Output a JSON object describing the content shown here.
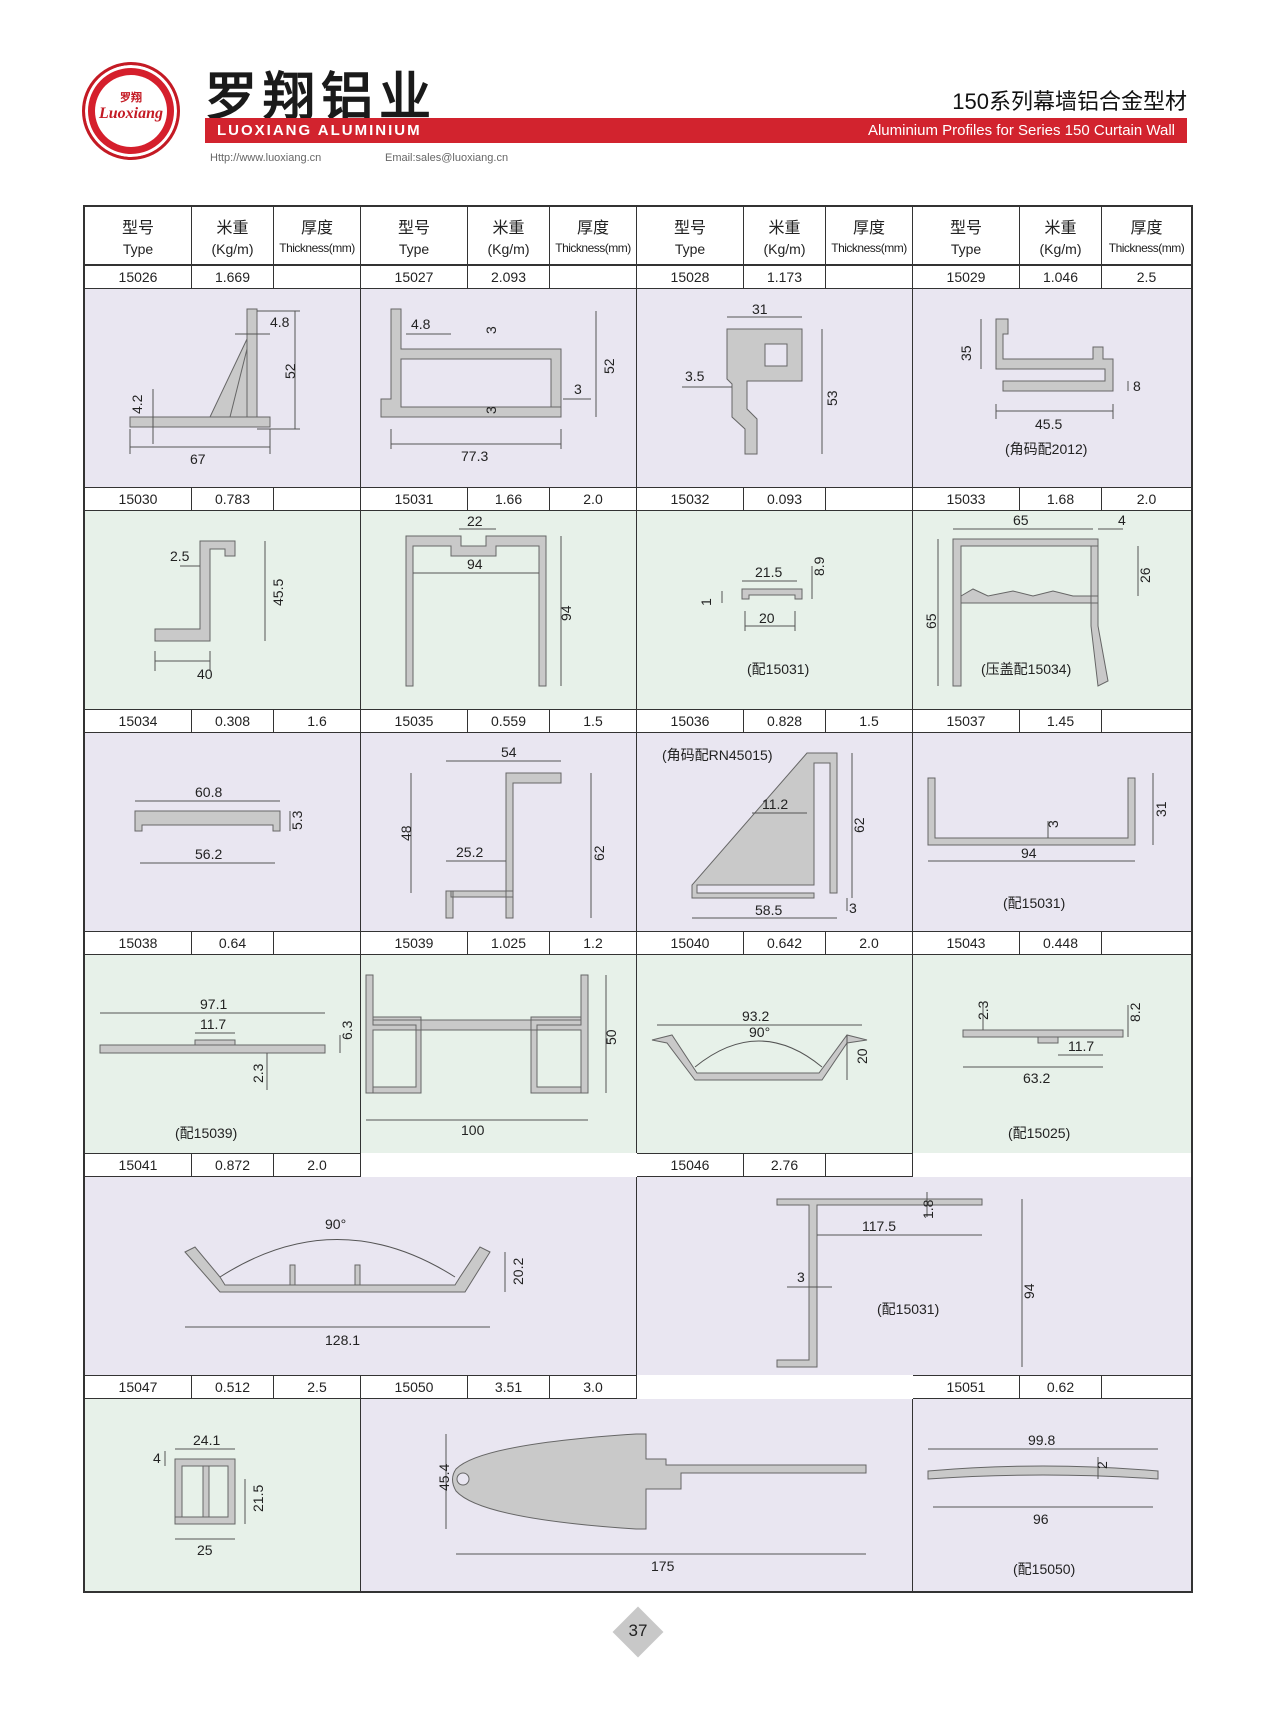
{
  "header": {
    "logo_cn": "罗翔",
    "logo_en": "Luoxiang",
    "brand_cn": "罗翔铝业",
    "brand_en": "LUOXIANG ALUMINIUM",
    "title_cn": "150系列幕墙铝合金型材",
    "title_en": "Aluminium Profiles for Series 150 Curtain Wall",
    "url": "Http://www.luoxiang.cn",
    "email": "Email:sales@luoxiang.cn"
  },
  "columns": {
    "type_cn": "型号",
    "type_en": "Type",
    "weight_cn": "米重",
    "weight_en": "(Kg/m)",
    "thick_cn": "厚度",
    "thick_en": "Thickness(mm)"
  },
  "rows": [
    [
      {
        "type": "15026",
        "weight": "1.669",
        "thick": "",
        "dims": [
          "4.8",
          "52",
          "4.2",
          "67"
        ],
        "note": ""
      },
      {
        "type": "15027",
        "weight": "2.093",
        "thick": "",
        "dims": [
          "4.8",
          "3",
          "52",
          "3",
          "3",
          "77.3"
        ],
        "note": ""
      },
      {
        "type": "15028",
        "weight": "1.173",
        "thick": "",
        "dims": [
          "31",
          "3.5",
          "53"
        ],
        "note": ""
      },
      {
        "type": "15029",
        "weight": "1.046",
        "thick": "2.5",
        "dims": [
          "35",
          "8",
          "45.5"
        ],
        "note": "(角码配2012)"
      }
    ],
    [
      {
        "type": "15030",
        "weight": "0.783",
        "thick": "",
        "dims": [
          "2.5",
          "45.5",
          "40"
        ],
        "note": ""
      },
      {
        "type": "15031",
        "weight": "1.66",
        "thick": "2.0",
        "dims": [
          "22",
          "94",
          "94"
        ],
        "note": ""
      },
      {
        "type": "15032",
        "weight": "0.093",
        "thick": "",
        "dims": [
          "21.5",
          "8.9",
          "1",
          "20"
        ],
        "note": "(配15031)"
      },
      {
        "type": "15033",
        "weight": "1.68",
        "thick": "2.0",
        "dims": [
          "65",
          "4",
          "26",
          "65"
        ],
        "note": "(压盖配15034)"
      }
    ],
    [
      {
        "type": "15034",
        "weight": "0.308",
        "thick": "1.6",
        "dims": [
          "60.8",
          "5.3",
          "56.2"
        ],
        "note": ""
      },
      {
        "type": "15035",
        "weight": "0.559",
        "thick": "1.5",
        "dims": [
          "54",
          "48",
          "25.2",
          "62"
        ],
        "note": ""
      },
      {
        "type": "15036",
        "weight": "0.828",
        "thick": "1.5",
        "dims": [
          "11.2",
          "62",
          "58.5",
          "3"
        ],
        "note": "(角码配RN45015)"
      },
      {
        "type": "15037",
        "weight": "1.45",
        "thick": "",
        "dims": [
          "3",
          "31",
          "94"
        ],
        "note": "(配15031)"
      }
    ],
    [
      {
        "type": "15038",
        "weight": "0.64",
        "thick": "",
        "dims": [
          "97.1",
          "11.7",
          "6.3",
          "2.3"
        ],
        "note": "(配15039)"
      },
      {
        "type": "15039",
        "weight": "1.025",
        "thick": "1.2",
        "dims": [
          "50",
          "100"
        ],
        "note": ""
      },
      {
        "type": "15040",
        "weight": "0.642",
        "thick": "2.0",
        "dims": [
          "93.2",
          "90°",
          "20"
        ],
        "note": ""
      },
      {
        "type": "15043",
        "weight": "0.448",
        "thick": "",
        "dims": [
          "2.3",
          "8.2",
          "11.7",
          "63.2"
        ],
        "note": "(配15025)"
      }
    ],
    [
      {
        "type": "15041",
        "weight": "0.872",
        "thick": "2.0",
        "dims": [
          "90°",
          "20.2",
          "128.1"
        ],
        "note": ""
      },
      {
        "type": "15046",
        "weight": "2.76",
        "thick": "",
        "dims": [
          "1.8",
          "117.5",
          "3",
          "94"
        ],
        "note": "(配15031)"
      }
    ],
    [
      {
        "type": "15047",
        "weight": "0.512",
        "thick": "2.5",
        "dims": [
          "24.1",
          "4",
          "21.5",
          "25"
        ],
        "note": ""
      },
      {
        "type": "15050",
        "weight": "3.51",
        "thick": "3.0",
        "dims": [
          "45.4",
          "175"
        ],
        "note": ""
      },
      {
        "type": "15051",
        "weight": "0.62",
        "thick": "",
        "dims": [
          "99.8",
          "2",
          "96"
        ],
        "note": "(配15050)"
      }
    ]
  ],
  "page_number": "37",
  "colors": {
    "red": "#d2232e",
    "lavender": "#e9e6f1",
    "mint": "#e7f1e9",
    "profile": "#c9c9c9"
  }
}
